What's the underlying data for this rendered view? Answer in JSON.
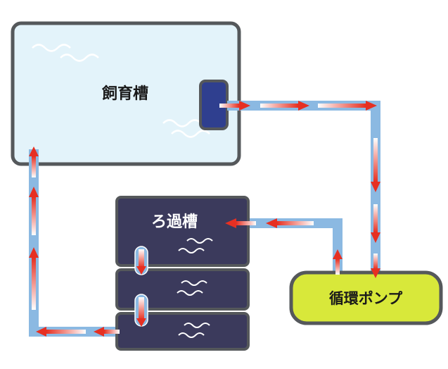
{
  "labels": {
    "rearing_tank": "飼育槽",
    "filter_tank": "ろ過槽",
    "circulation_pump": "循環ポンプ"
  },
  "colors": {
    "tank_fill": "#e3f3fa",
    "tank_border": "#55585b",
    "filter_fill": "#3b3a5c",
    "pump_fill": "#d8e83a",
    "pipe": "#8bb9e2",
    "arrow": "#e63022",
    "outlet": "#2f3f8f"
  },
  "icons": [
    "wave-icon",
    "flow-arrow-icon"
  ]
}
